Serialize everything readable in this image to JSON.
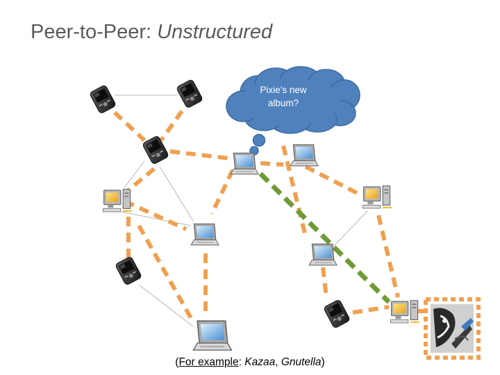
{
  "slide": {
    "title_main": "Peer-to-Peer:",
    "title_em": "Unstructured"
  },
  "cloud": {
    "line1": "Pixie’s new",
    "line2": "album?"
  },
  "caption": {
    "open": "(",
    "lead": "For example",
    "colon": ": ",
    "ex1": "Kazaa",
    "sep": ", ",
    "ex2": "Gnutella",
    "close": ")"
  },
  "colors": {
    "overlay_link": "#f0a050",
    "query_path": "#6f9a35",
    "physical_link": "#b5b5b5",
    "cloud": "#4f81bd",
    "target_frame": "#f0a050"
  },
  "icons": {
    "phone": "smartphone-icon",
    "laptop": "laptop-icon",
    "desktop": "desktop-computer-icon",
    "target": "album-art-icon"
  }
}
